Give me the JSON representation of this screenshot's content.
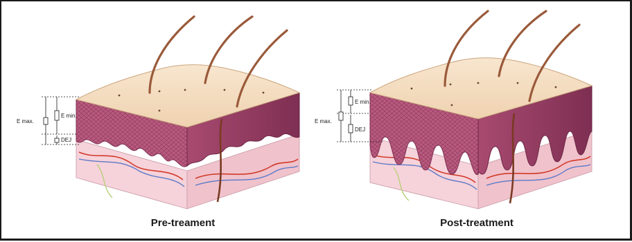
{
  "panels": [
    {
      "caption": "Pre-treament",
      "labels": {
        "emax": "E max.",
        "emin": "E min.",
        "dej": "DEJ"
      }
    },
    {
      "caption": "Post-treatment",
      "labels": {
        "emax": "E max.",
        "emin": "E min.",
        "dej": "DEJ"
      }
    }
  ],
  "colors": {
    "surface": "#f4dcc0",
    "epidermis": "#b85a7e",
    "epidermis_dark": "#8e3a5e",
    "dermis": "#f6d2da",
    "hair": "#9a5a3a",
    "artery": "#d23a2a",
    "vein": "#5a7ac8",
    "nerve": "#b8d078"
  }
}
